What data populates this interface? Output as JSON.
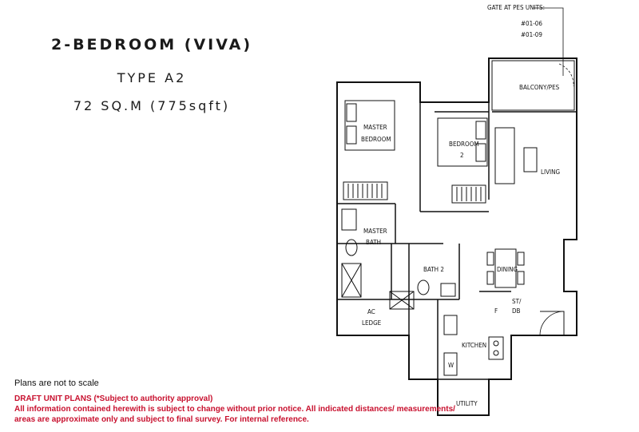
{
  "heading": {
    "unit_name": "2-BEDROOM (VIVA)",
    "type": "TYPE A2",
    "area": "72 SQ.M (775sqft)"
  },
  "plan": {
    "gate_note_line1": "GATE AT PES UNITS:",
    "gate_note_line2": "#01-06",
    "gate_note_line3": "#01-09",
    "rooms": {
      "balcony": "BALCONY/PES",
      "master_bedroom_1": "MASTER",
      "master_bedroom_2": "BEDROOM",
      "bedroom2_1": "BEDROOM",
      "bedroom2_2": "2",
      "living": "LIVING",
      "master_bath_1": "MASTER",
      "master_bath_2": "BATH",
      "bath2": "BATH 2",
      "dining": "DINING",
      "ac_ledge_1": "AC",
      "ac_ledge_2": "LEDGE",
      "kitchen": "KITCHEN",
      "st_db_1": "ST/",
      "st_db_2": "DB",
      "fridge": "F",
      "washer": "W",
      "utility": "UTILITY"
    }
  },
  "notes": {
    "scale": "Plans are not to scale",
    "draft": "DRAFT UNIT PLANS (*Subject to authority approval)",
    "disclaimer_1": "All information contained herewith is subject to change without prior notice. All indicated distances/ measurements/",
    "disclaimer_2": "areas are approximate only and subject to final survey. For internal reference."
  }
}
